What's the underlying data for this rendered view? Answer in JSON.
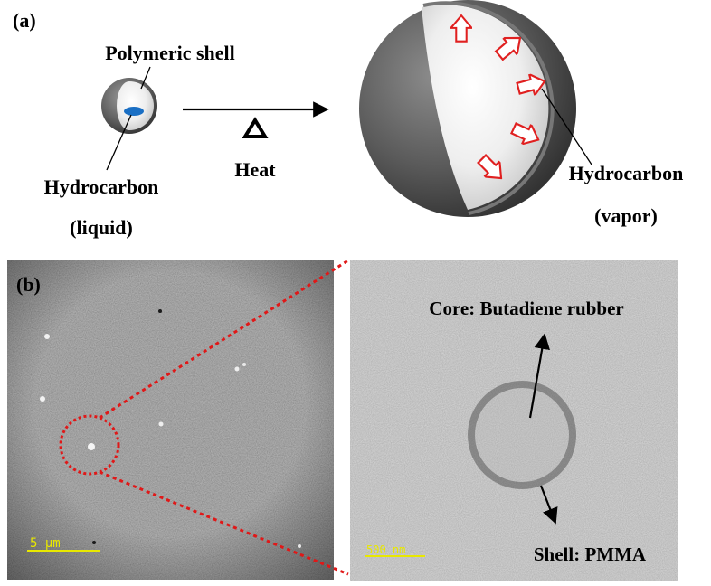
{
  "panel_a": {
    "label": "(a)",
    "shell_label": "Polymeric shell",
    "core_label_line1": "Hydrocarbon",
    "core_label_line2": "(liquid)",
    "heat_label": "Heat",
    "vapor_label_line1": "Hydrocarbon",
    "vapor_label_line2": "(vapor)"
  },
  "panel_b": {
    "label": "(b)",
    "left_scale": "5 μm",
    "right_scale": "500 nm",
    "core_label": "Core: Butadiene rubber",
    "shell_label": "Shell: PMMA"
  },
  "colors": {
    "shell_gray": "#6b6b6b",
    "liquid_blue": "#1a6fc4",
    "expansion_arrow": "#e02020",
    "zoom_lines": "#e01818",
    "scale_bar": "#e8e800"
  },
  "icons": [
    "heat-triangle-icon",
    "expansion-arrow-icon"
  ]
}
